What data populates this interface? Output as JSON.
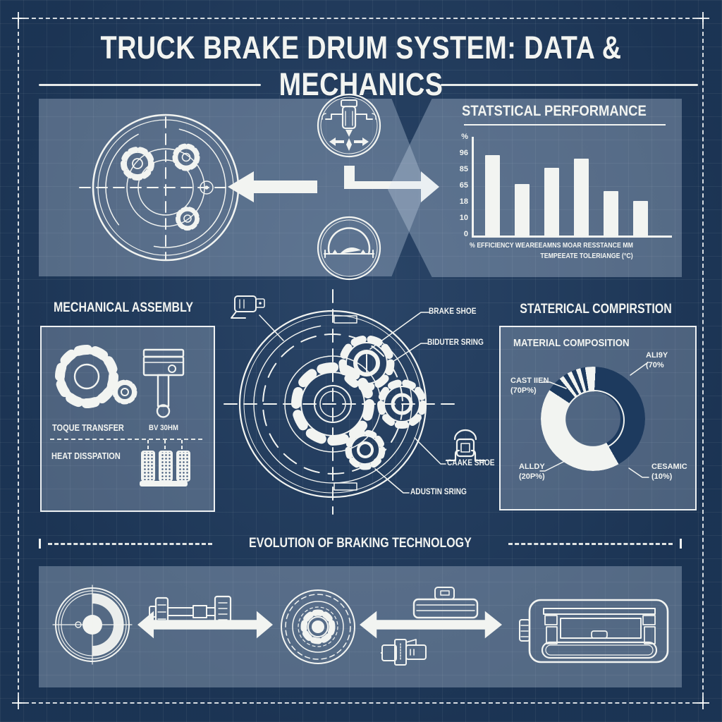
{
  "colors": {
    "background": "#1f3b5f",
    "ink": "#f2f4f1",
    "navy": "#1d3a5e",
    "panel_tint": "rgba(215,229,245,0.30)"
  },
  "header": {
    "title": "TRUCK BRAKE DRUM SYSTEM: DATA & MECHANICS"
  },
  "stats": {
    "title": "STATSTICAL PERFORMANCE"
  },
  "chart_data": [
    {
      "type": "bar",
      "title": "STATSTICAL PERFORMANCE",
      "values": [
        96,
        62,
        81,
        92,
        54,
        42
      ],
      "y_ticks": [
        "%",
        "96",
        "85",
        "65",
        "18",
        "10",
        "0"
      ],
      "x_label_line1": "% EFFICIENCY   WEAREEAMNS   MOAR RESSTANCE MM",
      "x_label_line2": "TEMPEEATE TOLERIANGE (°C)",
      "ylim": [
        0,
        100
      ],
      "bar_color": "#f2f4f1",
      "grid": false,
      "legend": "none"
    },
    {
      "type": "pie",
      "variant": "donut",
      "title": "MATERIAL COMPOSITION",
      "dark": "#1d3a5e",
      "white": "#f2f4f1",
      "slices": [
        {
          "label": "ALI9Y",
          "value_text": "(70%",
          "approx_pct": 42,
          "color": "#1d3a5e"
        },
        {
          "label": "CAST IIEN",
          "value_text": "(70P%)",
          "approx_pct": 42,
          "color": "#f2f4f1"
        },
        {
          "label": "ALLDY",
          "value_text": "(20P%)",
          "approx_pct": 4,
          "color": "#1d3a5e"
        },
        {
          "label": "CESAMIC",
          "value_text": "(10%)",
          "approx_pct": 12,
          "color": "striped"
        }
      ],
      "segments_visual": [
        {
          "color": "#f2f4f1",
          "pct": 0.8
        },
        {
          "color": "#1d3a5e",
          "pct": 41.0
        },
        {
          "color": "#f2f4f1",
          "pct": 42.5
        },
        {
          "color": "#1d3a5e",
          "pct": 3.2
        },
        {
          "striped": true,
          "pct": 11.5
        },
        {
          "color": "#f2f4f1",
          "pct": 1.0
        }
      ]
    }
  ],
  "mechanical": {
    "title": "MECHANICAL ASSEMBLY",
    "torque_label": "TOQUE TRANSFER",
    "torque_value": "BV 30HM",
    "heat_label": "HEAT DISSPATION"
  },
  "diagram": {
    "brake_shoe": "BRAKE SHOE",
    "outer_spring": "BIDUTER SRING",
    "cake_shoe": "CAAKE SHOE",
    "adjust_spring": "ADUSTIN SRING"
  },
  "composition": {
    "header": "STATERICAL COMPIRSTION",
    "panel_title": "MATERIAL COMPOSITION",
    "labels": {
      "alloy": {
        "name": "ALI9Y",
        "value": "(70%"
      },
      "cast_iron": {
        "name": "CAST IIEN",
        "value": "(70P%)"
      },
      "alloy2": {
        "name": "ALLDY",
        "value": "(20P%)"
      },
      "ceramic": {
        "name": "CESAMIC",
        "value": "(10%)"
      }
    }
  },
  "evolution": {
    "title": "EVOLUTION OF BRAKING TECHNOLOGY"
  },
  "icons": {
    "brake-drum-diagram-icon": "blueprint drum with gears",
    "valve-badge-icon": "exploded valve in circle",
    "gauge-badge-icon": "drum gauge in circle",
    "gear-pair-icon": "two meshing gears",
    "piston-icon": "piston with rod",
    "brake-pads-icon": "three friction pads",
    "component-icon": "small machine part",
    "brake-shoe-icon": "shoe clamp part",
    "wheel-icon": "early wheel drum",
    "axle-icon": "axle shaft assembly",
    "drum-gear-icon": "geared drum brake",
    "cylinder-icon": "wheel cylinder",
    "small-part-icon": "valve fitting",
    "truck-assembly-icon": "modern truck brake unit"
  }
}
